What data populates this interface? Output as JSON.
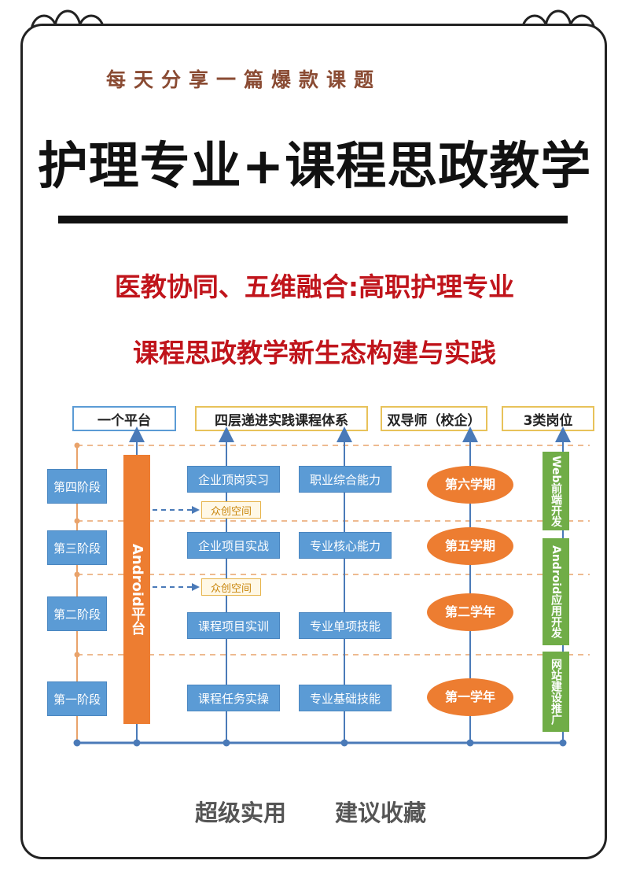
{
  "header": {
    "tagline": "每天分享一篇爆款课题",
    "title": "护理专业+课程思政教学",
    "subtitle_line1": "医教协同、五维融合:高职护理专业",
    "subtitle_line2": "课程思政教学新生态构建与实践"
  },
  "diagram": {
    "columns": {
      "platform": "一个平台",
      "course_system": "四层递进实践课程体系",
      "dual_mentor": "双导师（校企）",
      "positions": "3类岗位"
    },
    "stages": [
      "第四阶段",
      "第三阶段",
      "第二阶段",
      "第一阶段"
    ],
    "platform_label": "Android平台",
    "practice": [
      "企业顶岗实习",
      "企业项目实战",
      "课程项目实训",
      "课程任务实操"
    ],
    "abilities": [
      "职业综合能力",
      "专业核心能力",
      "专业单项技能",
      "专业基础技能"
    ],
    "terms": [
      "第六学期",
      "第五学期",
      "第二学年",
      "第一学年"
    ],
    "incubator": "众创空间",
    "jobs": [
      "Web前端开发",
      "Android应用开发",
      "网站建设推广"
    ],
    "colors": {
      "blue": "#5b9bd5",
      "orange": "#ed7d31",
      "green": "#70ad47",
      "red_title": "#c0141b"
    }
  },
  "footer": {
    "left": "超级实用",
    "right": "建议收藏"
  }
}
